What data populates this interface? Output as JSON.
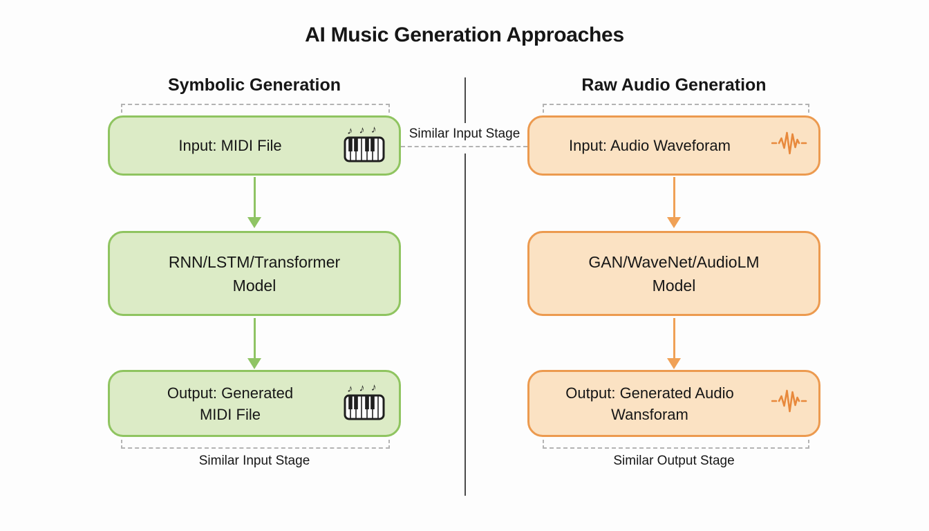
{
  "title": "AI Music Generation Approaches",
  "connector_label": "Similar Input Stage",
  "columns": {
    "left": {
      "header": "Symbolic Generation",
      "boxes": {
        "input": {
          "label": "Input: MIDI File",
          "icon": "piano-keyboard-with-notes"
        },
        "model": {
          "line1": "RNN/LSTM/Transformer",
          "line2": "Model"
        },
        "output": {
          "line1": "Output: Generated",
          "line2": "MIDI File",
          "icon": "piano-keyboard-with-notes"
        }
      },
      "bottom_label": "Similar Input Stage"
    },
    "right": {
      "header": "Raw Audio Generation",
      "boxes": {
        "input": {
          "label": "Input: Audio Waveforam",
          "icon": "audio-waveform"
        },
        "model": {
          "line1": "GAN/WaveNet/AudioLM",
          "line2": "Model"
        },
        "output": {
          "line1": "Output: Generated Audio",
          "line2": "Wansforam",
          "icon": "audio-waveform"
        }
      },
      "bottom_label": "Similar Output Stage"
    }
  },
  "colors": {
    "green_fill": "#dcebc6",
    "green_border": "#8fc460",
    "orange_fill": "#fbe2c3",
    "orange_border": "#ec9a4f",
    "dashed_gray": "#b3b3b3",
    "divider": "#4a4a4a",
    "text": "#161616"
  }
}
